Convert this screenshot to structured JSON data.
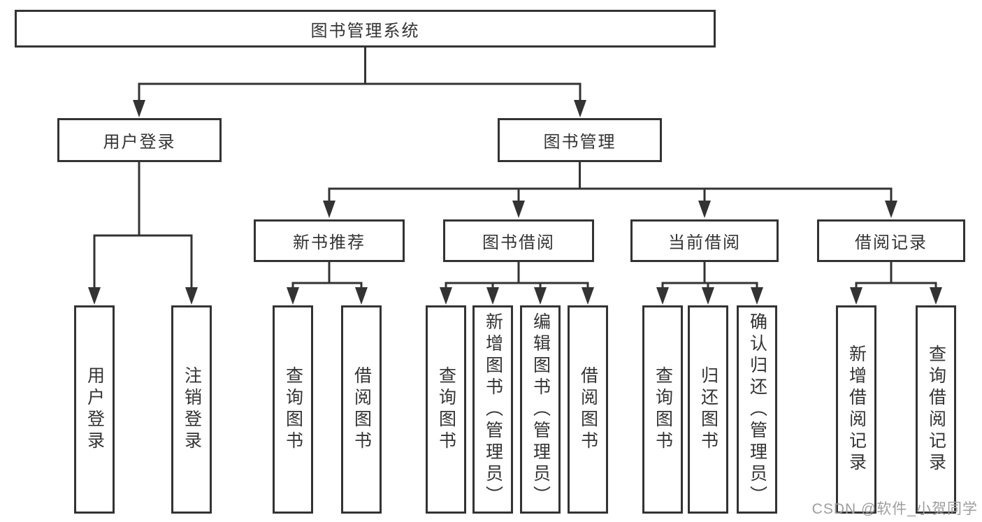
{
  "colors": {
    "line": "#333333",
    "box_border": "#333333",
    "text": "#333333",
    "background": "#ffffff",
    "watermark": "#9e9e9e"
  },
  "watermark": {
    "text": "CSDN @软件_小贺同学"
  },
  "diagram": {
    "title": "图书管理系统",
    "level2": [
      {
        "label": "用户登录"
      },
      {
        "label": "图书管理"
      }
    ],
    "level3": [
      {
        "label": "新书推荐"
      },
      {
        "label": "图书借阅"
      },
      {
        "label": "当前借阅"
      },
      {
        "label": "借阅记录"
      }
    ],
    "leaves": {
      "user_login": [
        "用户登录",
        "注销登录"
      ],
      "new_book_recommend": [
        "查询图书",
        "借阅图书"
      ],
      "book_borrow": [
        "查询图书",
        "新增图书（管理员）",
        "编辑图书（管理员）",
        "借阅图书"
      ],
      "current_borrow": [
        "查询图书",
        "归还图书",
        "确认归还（管理员）"
      ],
      "borrow_records": [
        "新增借阅记录",
        "查询借阅记录"
      ]
    }
  }
}
